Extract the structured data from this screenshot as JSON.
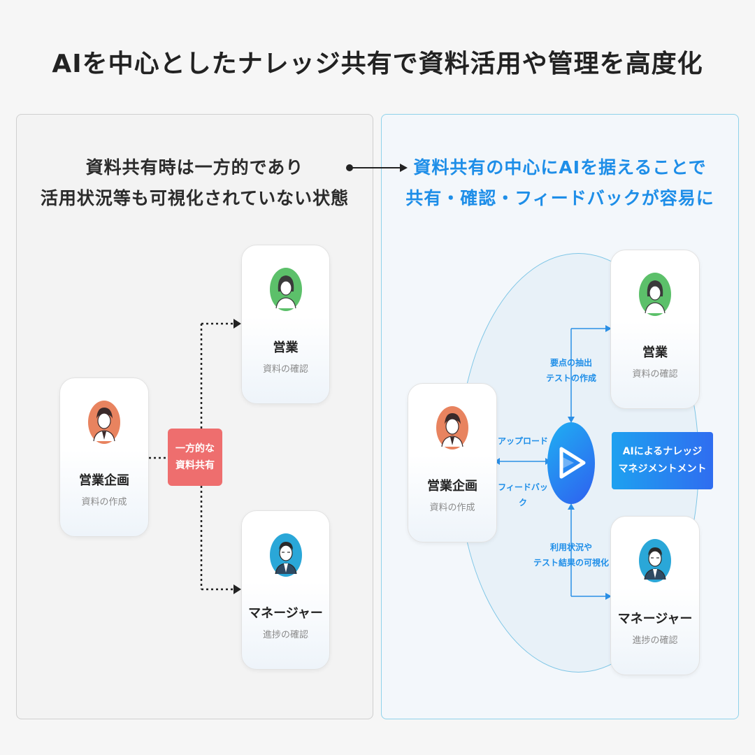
{
  "title": "AIを中心としたナレッジ共有で資料活用や管理を高度化",
  "left": {
    "heading_line1": "資料共有時は一方的であり",
    "heading_line2": "活用状況等も可視化されていない状態",
    "badge_line1": "一方的な",
    "badge_line2": "資料共有",
    "planner": {
      "name": "営業企画",
      "sub": "資料の作成"
    },
    "sales": {
      "name": "営業",
      "sub": "資料の確認"
    },
    "manager": {
      "name": "マネージャー",
      "sub": "進捗の確認"
    }
  },
  "right": {
    "heading_line1": "資料共有の中心にAIを据えることで",
    "heading_line2": "共有・確認・フィードバックが容易に",
    "planner": {
      "name": "営業企画",
      "sub": "資料の作成"
    },
    "sales": {
      "name": "営業",
      "sub": "資料の確認"
    },
    "manager": {
      "name": "マネージャー",
      "sub": "進捗の確認"
    },
    "upload_label": "アップロード",
    "feedback_label": "フィードバック",
    "extract_line1": "要点の抽出",
    "extract_line2": "テストの作成",
    "visualize_line1": "利用状況や",
    "visualize_line2": "テスト結果の可視化",
    "ai_line1": "AIによるナレッジ",
    "ai_line2": "マネジメントメント"
  },
  "colors": {
    "accent_blue": "#1e8ee8",
    "badge_red": "#ee6e6e",
    "avatar_orange": "#e8835f",
    "avatar_green": "#5cc06a",
    "avatar_blue": "#2aa7d8"
  }
}
